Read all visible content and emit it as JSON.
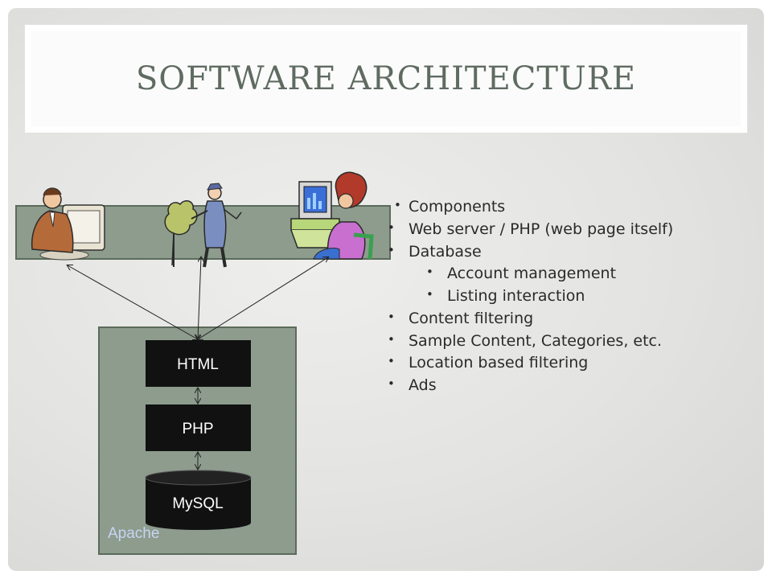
{
  "slide": {
    "title": "Software Architecture"
  },
  "diagram": {
    "stack": {
      "html_label": "HTML",
      "php_label": "PHP",
      "mysql_label": "MySQL",
      "container_label": "Apache"
    },
    "users": [
      {
        "icon": "businessman-at-computer-icon"
      },
      {
        "icon": "gardener-with-plant-icon"
      },
      {
        "icon": "woman-at-computer-icon"
      }
    ],
    "colors": {
      "panel_fill": "#8d9c8d",
      "panel_stroke": "#5b6b5b",
      "box_fill": "#111111",
      "box_text": "#ffffff",
      "apache_text": "#c8d4f2"
    }
  },
  "bullets": {
    "components": "Components",
    "web_server": "Web server / PHP (web page itself)",
    "database": "Database",
    "account_mgmt": "Account management",
    "listing": "Listing interaction",
    "content_filtering": "Content filtering",
    "sample_content": "Sample Content, Categories, etc.",
    "location_filtering": "Location based filtering",
    "ads": "Ads"
  }
}
